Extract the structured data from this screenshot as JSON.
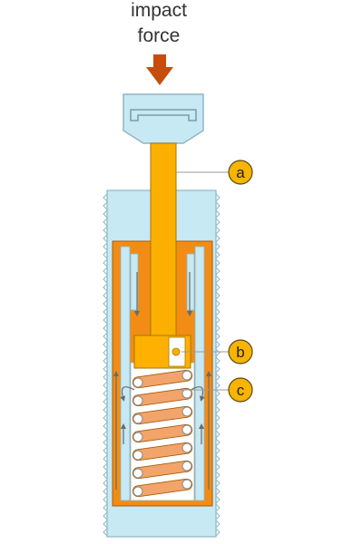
{
  "heading": {
    "line1": "impact",
    "line2": "force"
  },
  "callouts": [
    {
      "id": "a",
      "label": "a"
    },
    {
      "id": "b",
      "label": "b"
    },
    {
      "id": "c",
      "label": "c"
    }
  ],
  "colors": {
    "housing": "#c6e9f4",
    "housing_stroke": "#8fb6c4",
    "inner_chamber": "#f28c14",
    "oil": "#ffb000",
    "rod": "#fbb000",
    "spring_coil": "#f3a46a",
    "arrow_force": "#c74d0a",
    "callout_fill": "#f7b400",
    "callout_stroke": "#5a4a1a"
  }
}
